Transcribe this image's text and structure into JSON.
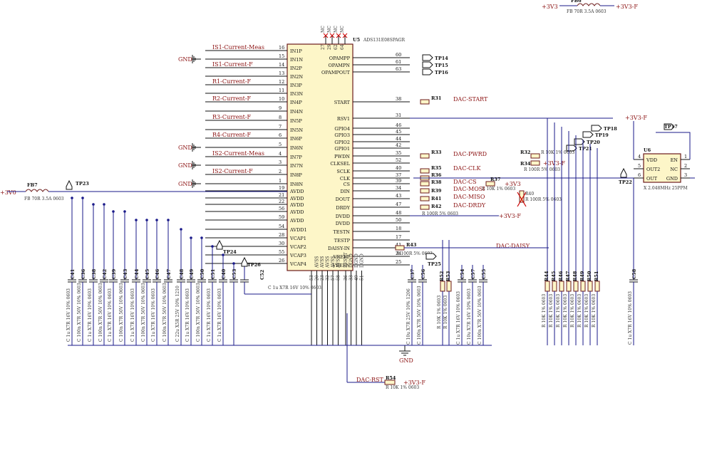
{
  "ic_u5": {
    "ref": "U5",
    "part": "ADS131E08SPAGR",
    "top_pins": [
      "27",
      "29",
      "62",
      "64"
    ],
    "left_pins": [
      {
        "num": "16",
        "name": "IN1P"
      },
      {
        "num": "15",
        "name": "IN1N"
      },
      {
        "num": "14",
        "name": "IN2P"
      },
      {
        "num": "13",
        "name": "IN2N"
      },
      {
        "num": "12",
        "name": "IN3P"
      },
      {
        "num": "11",
        "name": "IN3N"
      },
      {
        "num": "10",
        "name": "IN4P"
      },
      {
        "num": "9",
        "name": "IN4N"
      },
      {
        "num": "8",
        "name": "IN5P"
      },
      {
        "num": "7",
        "name": "IN5N"
      },
      {
        "num": "6",
        "name": "IN6P"
      },
      {
        "num": "5",
        "name": "IN6N"
      },
      {
        "num": "4",
        "name": "IN7P"
      },
      {
        "num": "3",
        "name": "IN7N"
      },
      {
        "num": "2",
        "name": "IN8P"
      },
      {
        "num": "1",
        "name": "IN8N"
      },
      {
        "num": "19",
        "name": "AVDD"
      },
      {
        "num": "21",
        "name": "AVDD"
      },
      {
        "num": "22",
        "name": "AVDD"
      },
      {
        "num": "56",
        "name": "AVDD"
      },
      {
        "num": "59",
        "name": "AVDD"
      },
      {
        "num": "54",
        "name": "AVDD1"
      },
      {
        "num": "28",
        "name": "VCAP1"
      },
      {
        "num": "30",
        "name": "VCAP2"
      },
      {
        "num": "55",
        "name": "VCAP3"
      },
      {
        "num": "26",
        "name": "VCAP4"
      }
    ],
    "right_pins": [
      {
        "num": "60",
        "name": "OPAMPP"
      },
      {
        "num": "61",
        "name": "OPAMPN"
      },
      {
        "num": "63",
        "name": "OPAMPOUT"
      },
      {
        "num": "38",
        "name": "START"
      },
      {
        "num": "31",
        "name": "RSV1"
      },
      {
        "num": "46",
        "name": "GPIO4"
      },
      {
        "num": "45",
        "name": "GPIO3"
      },
      {
        "num": "44",
        "name": "GPIO2"
      },
      {
        "num": "42",
        "name": "GPIO1"
      },
      {
        "num": "35",
        "name": "PWDN"
      },
      {
        "num": "52",
        "name": "CLKSEL"
      },
      {
        "num": "40",
        "name": "SCLK"
      },
      {
        "num": "37",
        "name": "CLK"
      },
      {
        "num": "39",
        "name": "CS"
      },
      {
        "num": "34",
        "name": "DIN"
      },
      {
        "num": "43",
        "name": "DOUT"
      },
      {
        "num": "47",
        "name": "DRDY"
      },
      {
        "num": "48",
        "name": "DVDD"
      },
      {
        "num": "50",
        "name": "DVDD"
      },
      {
        "num": "18",
        "name": "TESTN"
      },
      {
        "num": "17",
        "name": "TESTP"
      },
      {
        "num": "41",
        "name": "DAISY-IN"
      },
      {
        "num": "24",
        "name": "VREFP"
      },
      {
        "num": "25",
        "name": "VREFN"
      }
    ],
    "bottom_pins": [
      {
        "num": "53",
        "name": ""
      },
      {
        "num": "20",
        "name": "AVSS"
      },
      {
        "num": "23",
        "name": "AVSS"
      },
      {
        "num": "32",
        "name": "AVSS"
      },
      {
        "num": "57",
        "name": "AVSS"
      },
      {
        "num": "58",
        "name": "AVSS"
      },
      {
        "num": "36",
        "name": "RESET"
      },
      {
        "num": "33",
        "name": "DGND"
      },
      {
        "num": "49",
        "name": "DGND"
      },
      {
        "num": "51",
        "name": "DGND"
      }
    ]
  },
  "input_nets": [
    "IS1-Current-Meas",
    "IS1-Current-F",
    "R1-Current-F",
    "R2-Current-F",
    "R3-Current-F",
    "R4-Current-F",
    "IS2-Current-Meas",
    "IS2-Current-F"
  ],
  "gnd_label": "GND",
  "power": {
    "v3v0": "+3V0",
    "v3v3": "+3V3",
    "v3v3f": "+3V3-F"
  },
  "ferrites": [
    {
      "ref": "FB7",
      "value": "FB 70R 3.5A 0603"
    },
    {
      "ref": "FB6",
      "value": "FB 70R 3.5A 0603"
    }
  ],
  "testpoints": [
    "TP14",
    "TP15",
    "TP16",
    "TP17",
    "TP18",
    "TP19",
    "TP20",
    "TP21",
    "TP22",
    "TP23",
    "TP24",
    "TP25",
    "TP26"
  ],
  "signal_nets": {
    "start": "DAC-START",
    "pwrd": "DAC-PWRD",
    "clk": "DAC-CLK",
    "cs": "DAC-CS",
    "mosi": "DAC-MOSI",
    "miso": "DAC-MISO",
    "drdy": "DAC-DRDY",
    "daisy": "DAC-DAISY",
    "rst": "DAC-RST"
  },
  "resistors": [
    {
      "ref": "R31",
      "value": ""
    },
    {
      "ref": "R32",
      "value": "R 10K 1% 0603"
    },
    {
      "ref": "R33",
      "value": ""
    },
    {
      "ref": "R34",
      "value": "R 100R 5% 0603"
    },
    {
      "ref": "R35",
      "value": ""
    },
    {
      "ref": "R36",
      "value": ""
    },
    {
      "ref": "R37",
      "value": "R 10K 1% 0603"
    },
    {
      "ref": "R38",
      "value": ""
    },
    {
      "ref": "R39",
      "value": ""
    },
    {
      "ref": "R40",
      "value": "R 100R 5% 0603"
    },
    {
      "ref": "R41",
      "value": ""
    },
    {
      "ref": "R42",
      "value": "R 100R 5% 0603"
    },
    {
      "ref": "R43",
      "value": "R 100R 5% 0603"
    },
    {
      "ref": "R54",
      "value": "R 10K 1% 0603"
    }
  ],
  "caps_left": [
    {
      "ref": "C41",
      "value": "C 1u X7R 16V 10% 0603"
    },
    {
      "ref": "C36",
      "value": "C 100n X7R 50V 10% 0603"
    },
    {
      "ref": "C38",
      "value": "C 1u X7R 16V 10% 0603"
    },
    {
      "ref": "C42",
      "value": "C 100n X7R 50V 10% 0603"
    },
    {
      "ref": "C39",
      "value": "C 1u X7R 16V 10% 0603"
    },
    {
      "ref": "C43",
      "value": "C 100n X7R 50V 10% 0603"
    },
    {
      "ref": "C44",
      "value": "C 1u X7R 16V 10% 0603"
    },
    {
      "ref": "C45",
      "value": "C 100n X7R 50V 10% 0603"
    },
    {
      "ref": "C46",
      "value": "C 1u X7R 16V 10% 0603"
    },
    {
      "ref": "C47",
      "value": "C 100n X7R 50V 10% 0603"
    },
    {
      "ref": "C48",
      "value": "C 22u X5R 25V 10% 1210"
    },
    {
      "ref": "C49",
      "value": "C 1u X7R 16V 10% 0603"
    },
    {
      "ref": "C50",
      "value": "C 100n X7R 50V 10% 0603"
    },
    {
      "ref": "C51",
      "value": "C 1u X7R 16V 10% 0603"
    },
    {
      "ref": "C40",
      "value": "C 1u X7R 16V 10% 0603"
    },
    {
      "ref": "C53",
      "value": ""
    }
  ],
  "c52": {
    "ref": "C52",
    "value": "C 1u X7R 16V 10% 0603"
  },
  "caps_right": [
    {
      "ref": "C37",
      "value": "C 10u X7R 25V 10% 1206"
    },
    {
      "ref": "C56",
      "value": "C 100n X7R 50V 10% 0603"
    },
    {
      "ref": "C54",
      "value": "C 1u X7R 16V 10% 0603"
    },
    {
      "ref": "C57",
      "value": "C 10u X7R 16V 10% 0603"
    },
    {
      "ref": "C55",
      "value": "C 100n X7R 50V 10% 0603"
    },
    {
      "ref": "C58",
      "value": "C 1u X7R 16V 10% 0603"
    }
  ],
  "r52_53": [
    {
      "ref": "R52",
      "value": "R 10K 1% 0603"
    },
    {
      "ref": "R53",
      "value": "R 10K 1% 0603"
    }
  ],
  "pull_resistors": [
    {
      "ref": "R44",
      "value": "R 10K 1% 0603"
    },
    {
      "ref": "R45",
      "value": "R 10K 1% 0603"
    },
    {
      "ref": "R46",
      "value": "R 10K 1% 0603"
    },
    {
      "ref": "R47",
      "value": "R 10K 1% 0603"
    },
    {
      "ref": "R48",
      "value": "R 10K 1% 0603"
    },
    {
      "ref": "R49",
      "value": "R 10K 1% 0603"
    },
    {
      "ref": "R50",
      "value": "R 10K 1% 0603"
    },
    {
      "ref": "R51",
      "value": "R 10K 1% 0603"
    }
  ],
  "osc": {
    "ref": "U6",
    "value": "X 2.048MHz 25PPM",
    "pins": [
      {
        "num": "4",
        "name": "VDD"
      },
      {
        "num": "1",
        "name": "EN"
      },
      {
        "num": "5",
        "name": "OUT2"
      },
      {
        "num": "2",
        "name": "NC"
      },
      {
        "num": "6",
        "name": "OUT"
      },
      {
        "num": "3",
        "name": "GND"
      }
    ]
  },
  "colors": {
    "wire": "#1a1a8a",
    "body_fill": "#fdf6c8",
    "body_stroke": "#6b1a1a",
    "net_text": "#8b1111",
    "nc_mark": "#cc0000"
  }
}
